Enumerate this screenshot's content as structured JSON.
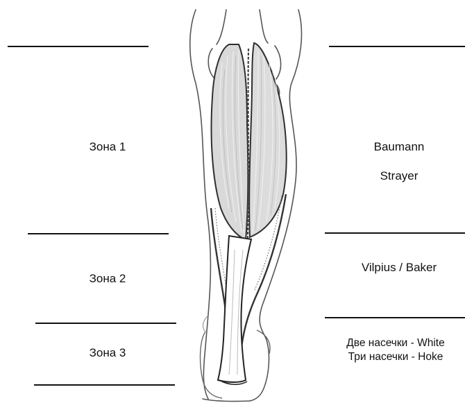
{
  "left_zones": [
    {
      "label": "Зона 1"
    },
    {
      "label": "Зона 2"
    },
    {
      "label": "Зона 3"
    }
  ],
  "right_procedures": {
    "zone1": [
      "Baumann",
      "Strayer"
    ],
    "zone2": "Vilpius / Baker",
    "zone3": [
      "Две насечки - White",
      "Три насечки - Hoke"
    ]
  },
  "colors": {
    "line": "#111111",
    "muscle_fill": "#d9d9d9",
    "muscle_stroke": "#3a3a3a",
    "outline": "#555555"
  },
  "icons": {
    "illustration": "calf-muscle-posterior-view"
  }
}
